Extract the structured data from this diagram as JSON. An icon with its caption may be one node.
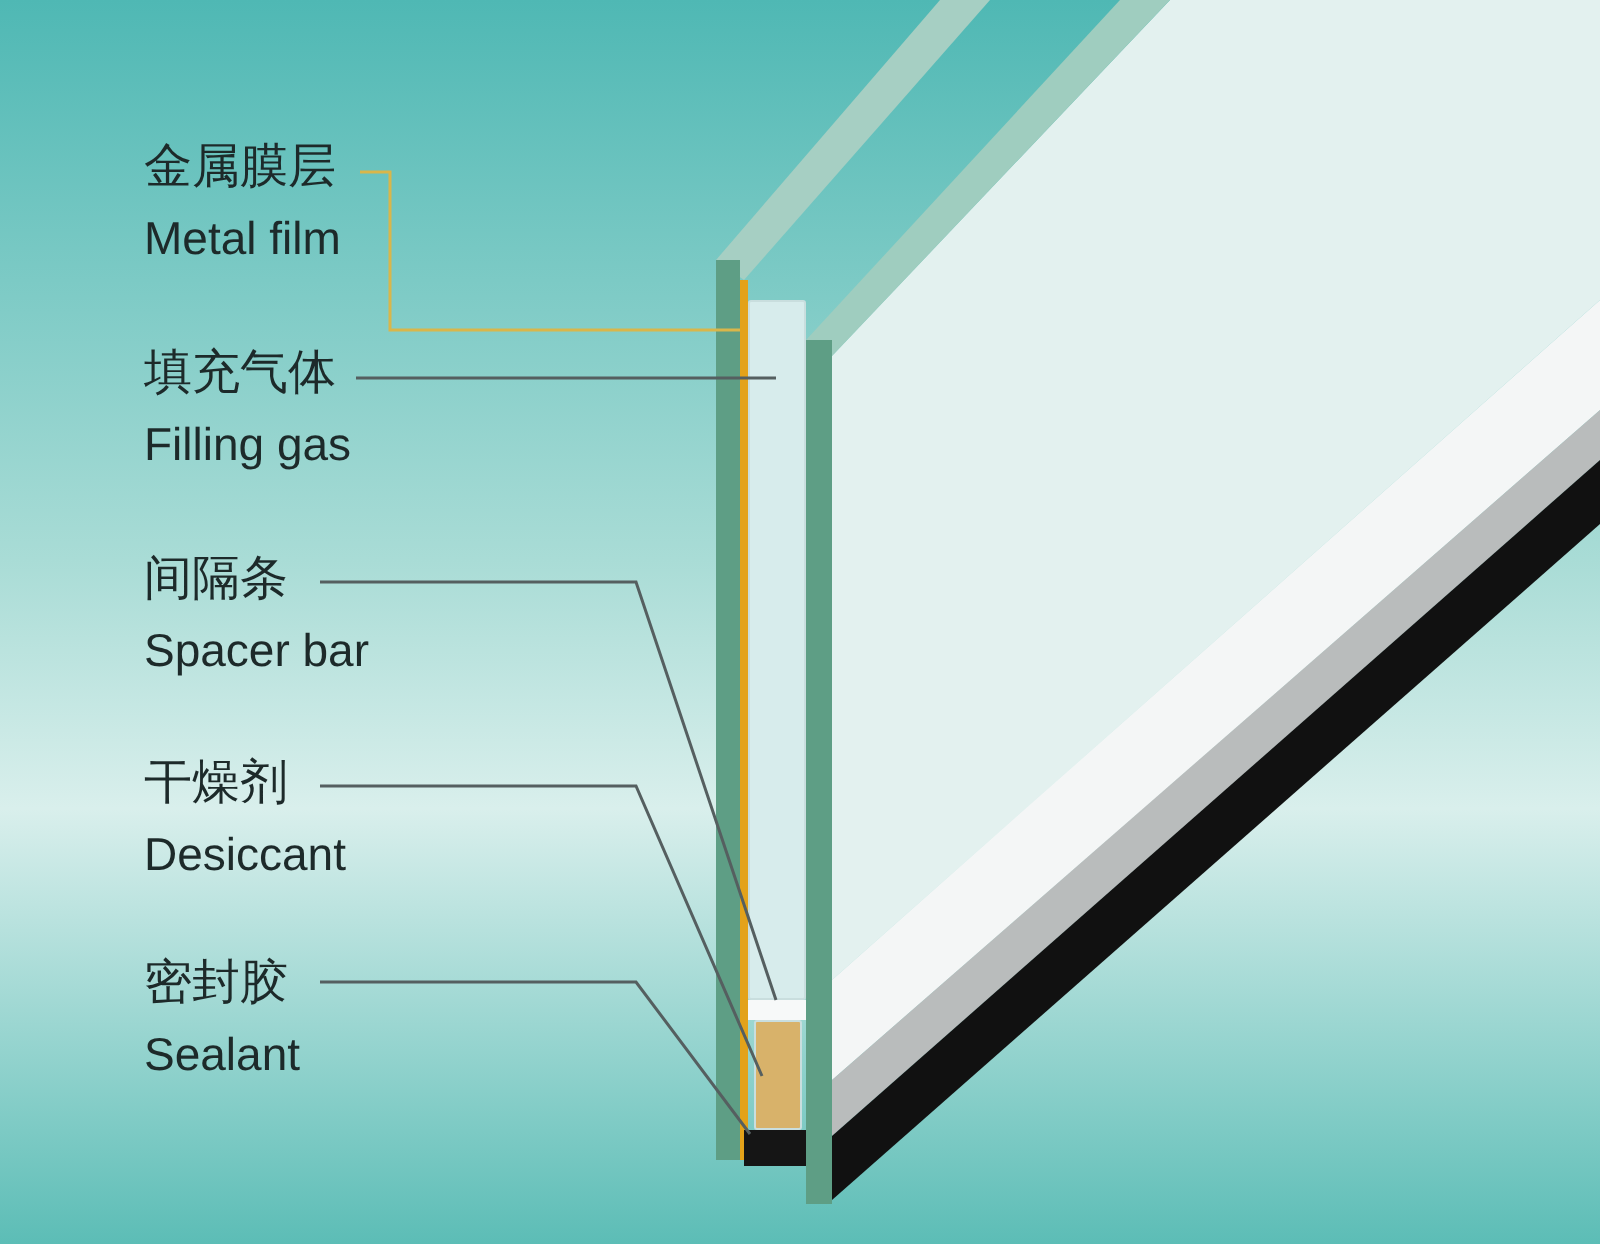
{
  "diagram": {
    "nodes": [
      {
        "text": [
          "金属膜层",
          "Metal film"
        ]
      },
      {
        "text": [
          "填充气体",
          "Filling gas"
        ]
      },
      {
        "text": [
          "间隔条",
          "Spacer bar"
        ]
      },
      {
        "text": [
          "干燥剂",
          "Desiccant"
        ]
      },
      {
        "text": [
          "密封胶",
          "Sealant"
        ]
      },
      {
        "text": [],
        "shape": "bar"
      },
      {
        "text": [],
        "shape": "box"
      },
      {
        "text": [],
        "shape": "bar"
      },
      {
        "text": [],
        "shape": "box"
      },
      {
        "text": [],
        "shape": "bar"
      }
    ],
    "edges": [
      {
        "from": 0,
        "to": 5,
        "arrow": "none",
        "color": "#d9b64a"
      },
      {
        "from": 1,
        "to": 6,
        "arrow": "none"
      },
      {
        "from": 2,
        "to": 7,
        "arrow": "none"
      },
      {
        "from": 3,
        "to": 8,
        "arrow": "none"
      },
      {
        "from": 4,
        "to": 9,
        "arrow": "none"
      }
    ]
  }
}
